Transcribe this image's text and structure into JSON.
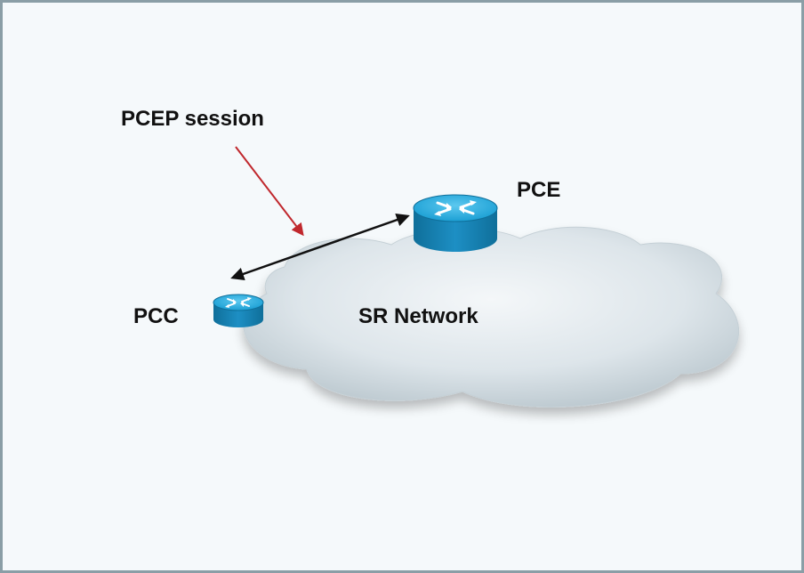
{
  "diagram": {
    "session_label": "PCEP session",
    "pce_label": "PCE",
    "pcc_label": "PCC",
    "network_label": "SR Network",
    "colors": {
      "frame_border": "#8a9ea6",
      "background": "#f5f9fb",
      "router_fill": "#1b9fd4",
      "callout_arrow": "#c0282d",
      "session_arrow": "#111111"
    },
    "icons": [
      "router-icon",
      "cloud"
    ]
  }
}
